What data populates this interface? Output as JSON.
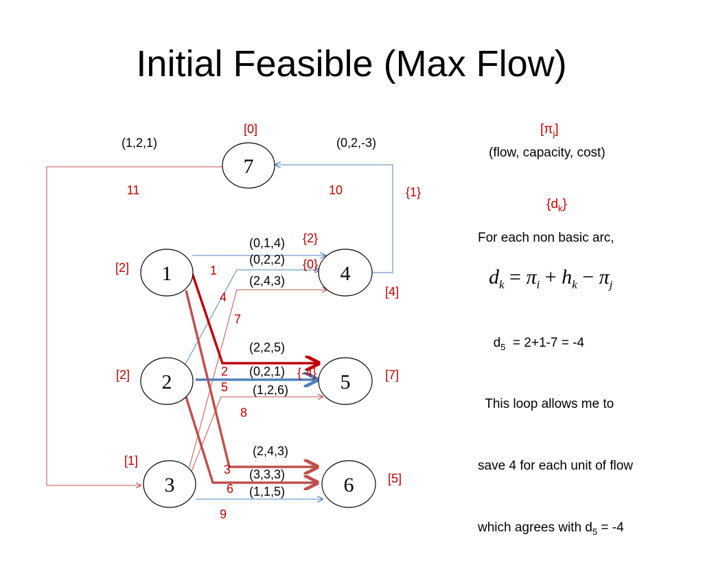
{
  "title": "Initial Feasible (Max Flow)",
  "nodes": [
    {
      "id": "n7",
      "label": "7",
      "potential": "[0]"
    },
    {
      "id": "n1",
      "label": "1",
      "potential": "[2]"
    },
    {
      "id": "n4",
      "label": "4",
      "potential": "[4]"
    },
    {
      "id": "n2",
      "label": "2",
      "potential": "[2]"
    },
    {
      "id": "n5",
      "label": "5",
      "potential": "[7]"
    },
    {
      "id": "n3",
      "label": "3",
      "potential": "[1]"
    },
    {
      "id": "n6",
      "label": "6",
      "potential": "[5]"
    }
  ],
  "arc_labels": {
    "a_3_7": "(1,2,1)",
    "a_4_7": "(0,2,-3)",
    "a_1_4_top": "(0,1,4)",
    "a_2_4": "(0,2,2)",
    "a_3_4": "(2,4,3)",
    "a_1_5": "(2,2,5)",
    "a_2_5": "(0,2,1)",
    "a_3_5": "(1,2,6)",
    "a_1_6": "(2,4,3)",
    "a_2_6": "(3,3,3)",
    "a_3_6": "(1,1,5)"
  },
  "arc_numbers": {
    "n11": "11",
    "n10": "10",
    "n1": "1",
    "n4": "4",
    "n7": "7",
    "n2": "2",
    "n5": "5",
    "n8": "8",
    "n3": "3",
    "n6": "6",
    "n9": "9"
  },
  "reduced_costs": {
    "d1": "{1}",
    "d2": "{2}",
    "d0": "{0}",
    "dm4": "{-4}"
  },
  "legend": {
    "potential_open": "[",
    "potential_symbol": "π",
    "potential_sub": "j",
    "potential_close": "]",
    "arc_tuple": "(flow, capacity, cost)",
    "reduced_open": "{d",
    "reduced_sub": "k",
    "reduced_close": "}"
  },
  "explanation": {
    "intro": "For each non basic arc,",
    "formula_d": "d",
    "formula_k": "k",
    "formula_eq": "=",
    "formula_pi": "π",
    "formula_i": "i",
    "formula_plus": "+",
    "formula_h": "h",
    "formula_k2": "k",
    "formula_minus": "−",
    "formula_pi2": "π",
    "formula_j": "j",
    "d5_prefix": "d",
    "d5_sub": "5",
    "d5_calc": "  = 2+1-7 = -4",
    "loop_line1": "  This loop allows me to",
    "loop_line2": "save 4 for each unit of flow",
    "loop_line3_prefix": "which agrees with d",
    "loop_line3_sub": "5",
    "loop_line3_suffix": " = -4"
  },
  "colors": {
    "thin_red": "#c0504d",
    "thick_red": "#c00000",
    "thick_salmon": "#c0504d",
    "blue": "#4f81bd",
    "label_red": "#c00000"
  }
}
